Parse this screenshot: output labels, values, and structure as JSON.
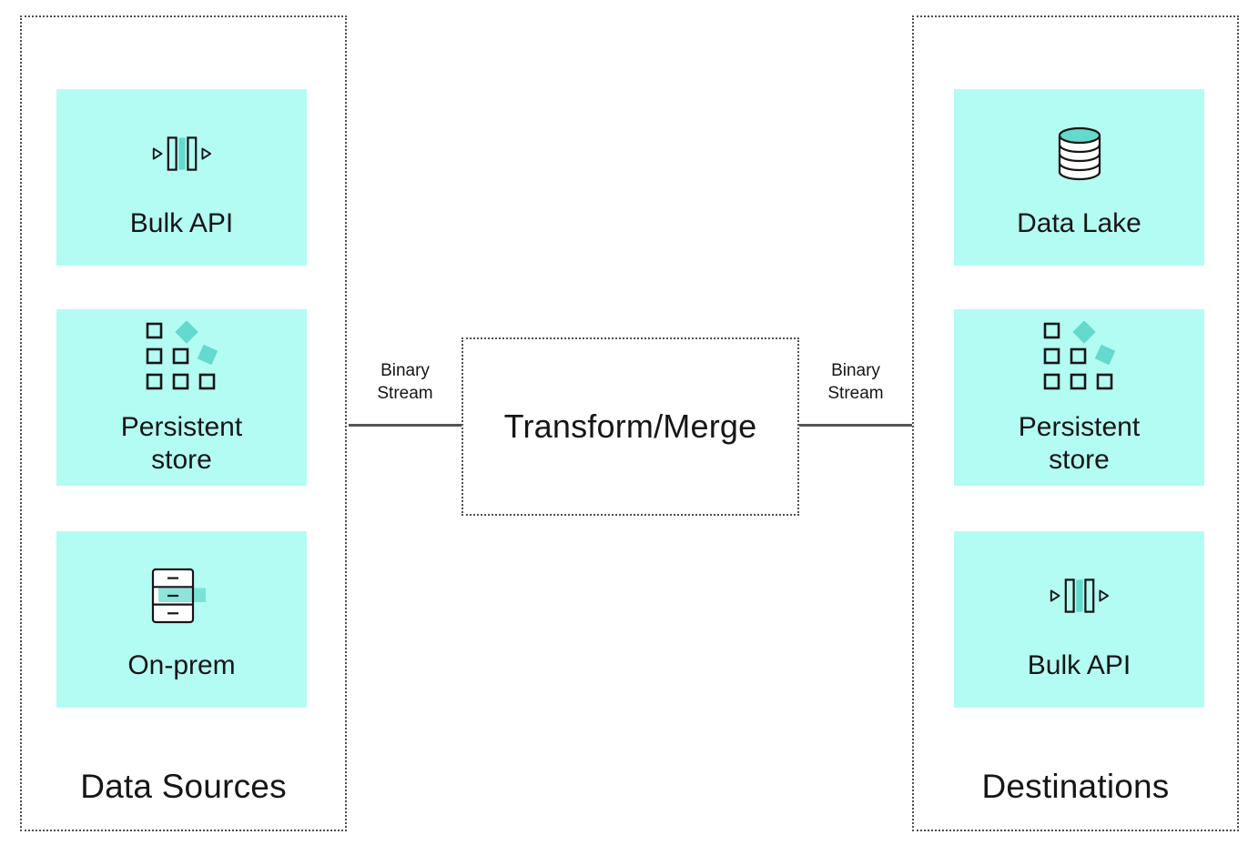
{
  "diagram": {
    "sources_panel": {
      "title": "Data Sources",
      "cards": [
        {
          "label": "Bulk API",
          "icon": "bulk-api-icon"
        },
        {
          "label": "Persistent\nstore",
          "icon": "persistent-store-icon"
        },
        {
          "label": "On-prem",
          "icon": "on-prem-icon"
        }
      ]
    },
    "destinations_panel": {
      "title": "Destinations",
      "cards": [
        {
          "label": "Data Lake",
          "icon": "data-lake-icon"
        },
        {
          "label": "Persistent\nstore",
          "icon": "persistent-store-icon"
        },
        {
          "label": "Bulk API",
          "icon": "bulk-api-icon"
        }
      ]
    },
    "transform_box": {
      "label": "Transform/Merge"
    },
    "connections": [
      {
        "label": "Binary\nStream"
      },
      {
        "label": "Binary\nStream"
      }
    ],
    "colors": {
      "card_background": "#b3fcf4",
      "accent_teal": "#63dacd",
      "outline_dark": "#161616",
      "dotted_border": "#4f4f4f",
      "connector_line": "#555555"
    }
  }
}
